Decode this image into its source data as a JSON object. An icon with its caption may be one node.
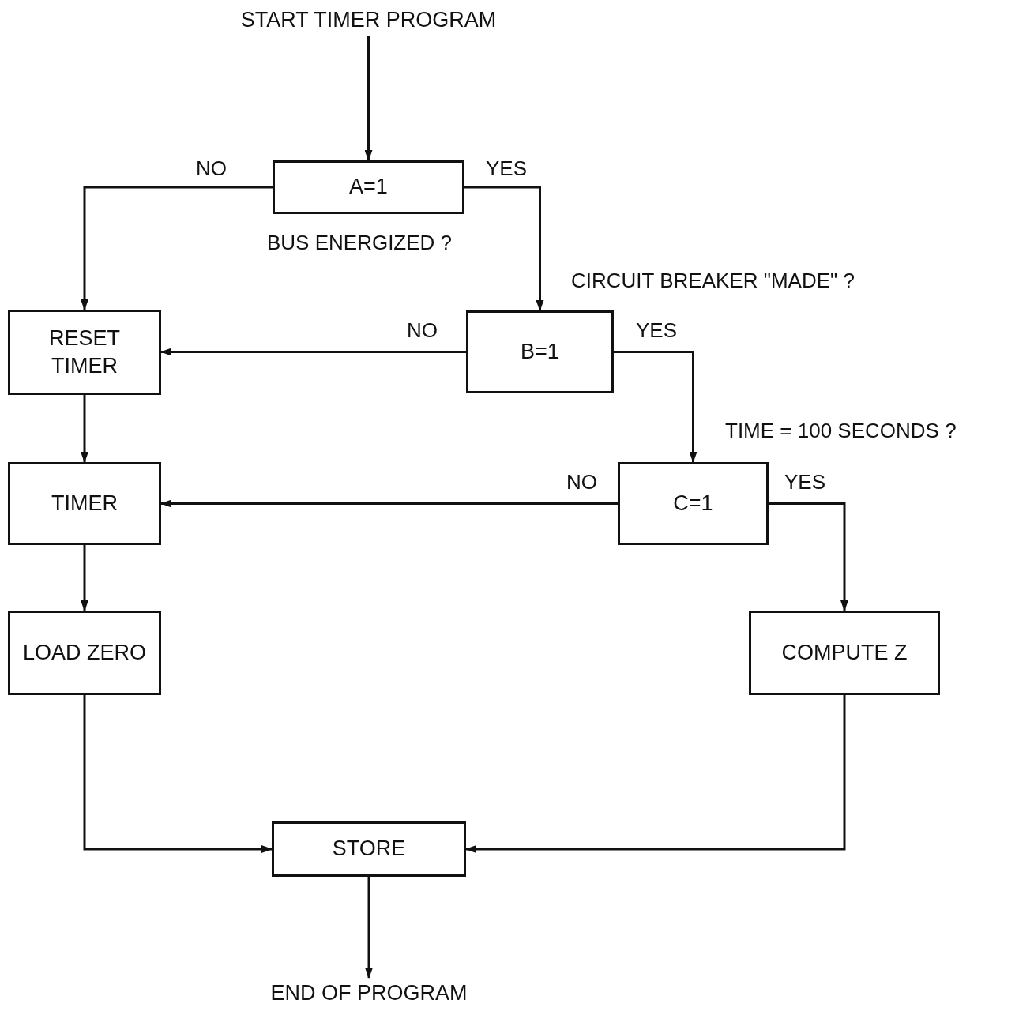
{
  "diagram": {
    "nodes": [
      {
        "text": [
          "START TIMER PROGRAM"
        ]
      },
      {
        "text": [
          "A=1"
        ],
        "beside": [
          "BUS ENERGIZED ?"
        ]
      },
      {
        "text": [
          "B=1"
        ],
        "beside": [
          "CIRCUIT BREAKER \"MADE\" ?"
        ]
      },
      {
        "text": [
          "RESET TIMER"
        ]
      },
      {
        "text": [
          "C=1"
        ],
        "beside": [
          "TIME = 100 SECONDS ?"
        ]
      },
      {
        "text": [
          "TIMER"
        ]
      },
      {
        "text": [
          "LOAD ZERO"
        ]
      },
      {
        "text": [
          "COMPUTE Z"
        ]
      },
      {
        "text": [
          "STORE"
        ]
      },
      {
        "text": [
          "END OF PROGRAM"
        ]
      }
    ],
    "edges": [
      {
        "from": 0,
        "to": 1,
        "arrow": "to"
      },
      {
        "from": 1,
        "to": 3,
        "arrow": "to",
        "label": "NO"
      },
      {
        "from": 1,
        "to": 2,
        "arrow": "to",
        "label": "YES"
      },
      {
        "from": 2,
        "to": 3,
        "arrow": "to",
        "label": "NO"
      },
      {
        "from": 2,
        "to": 4,
        "arrow": "to",
        "label": "YES"
      },
      {
        "from": 4,
        "to": 5,
        "arrow": "to",
        "label": "NO"
      },
      {
        "from": 4,
        "to": 7,
        "arrow": "to",
        "label": "YES"
      },
      {
        "from": 3,
        "to": 5,
        "arrow": "to"
      },
      {
        "from": 5,
        "to": 6,
        "arrow": "to"
      },
      {
        "from": 6,
        "to": 8,
        "arrow": "to"
      },
      {
        "from": 7,
        "to": 8,
        "arrow": "to"
      },
      {
        "from": 8,
        "to": 9,
        "arrow": "to"
      }
    ]
  }
}
